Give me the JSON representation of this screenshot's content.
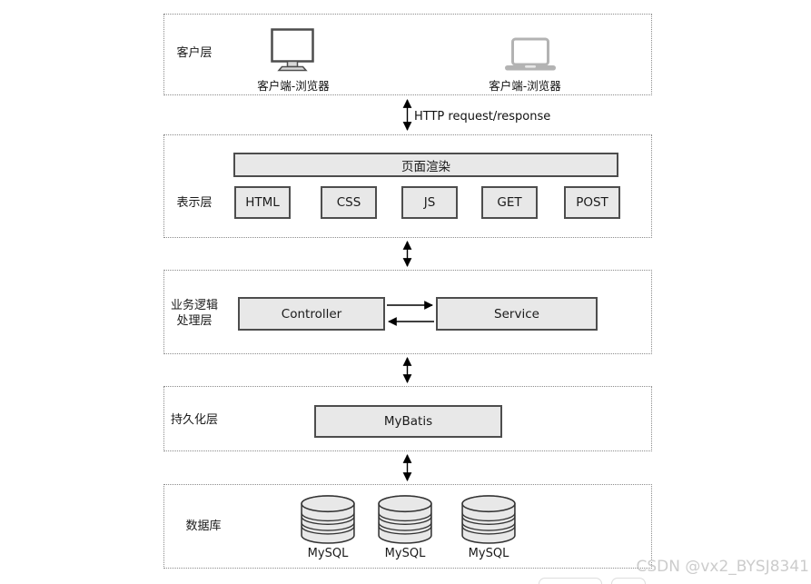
{
  "layer_labels": {
    "client": "客户层",
    "presentation": "表示层",
    "business_line1": "业务逻辑",
    "business_line2": "处理层",
    "persistence": "持久化层",
    "database": "数据库"
  },
  "client_layer": {
    "desktop_browser_label": "客户端-浏览器",
    "laptop_browser_label": "客户端-浏览器"
  },
  "connectors": {
    "http_label": "HTTP request/response"
  },
  "presentation_layer": {
    "page_render_label": "页面渲染",
    "tech_boxes": [
      "HTML",
      "CSS",
      "JS",
      "GET",
      "POST"
    ]
  },
  "business_layer": {
    "controller_label": "Controller",
    "service_label": "Service"
  },
  "persistence_layer": {
    "mybatis_label": "MyBatis"
  },
  "database_layer": {
    "databases": [
      "MySQL",
      "MySQL",
      "MySQL"
    ]
  },
  "watermark": "CSDN @vx2_BYSJ8341",
  "icons": {
    "desktop": "desktop-monitor-icon",
    "laptop": "laptop-icon",
    "database": "database-cylinder-icon"
  },
  "colors": {
    "node_fill": "#e8e8e8",
    "node_border": "#4d4d4d",
    "layer_border": "#8c8c8c",
    "laptop_gray": "#b3b3b3",
    "arrow": "#000000",
    "watermark_gray": "#cccccc"
  }
}
